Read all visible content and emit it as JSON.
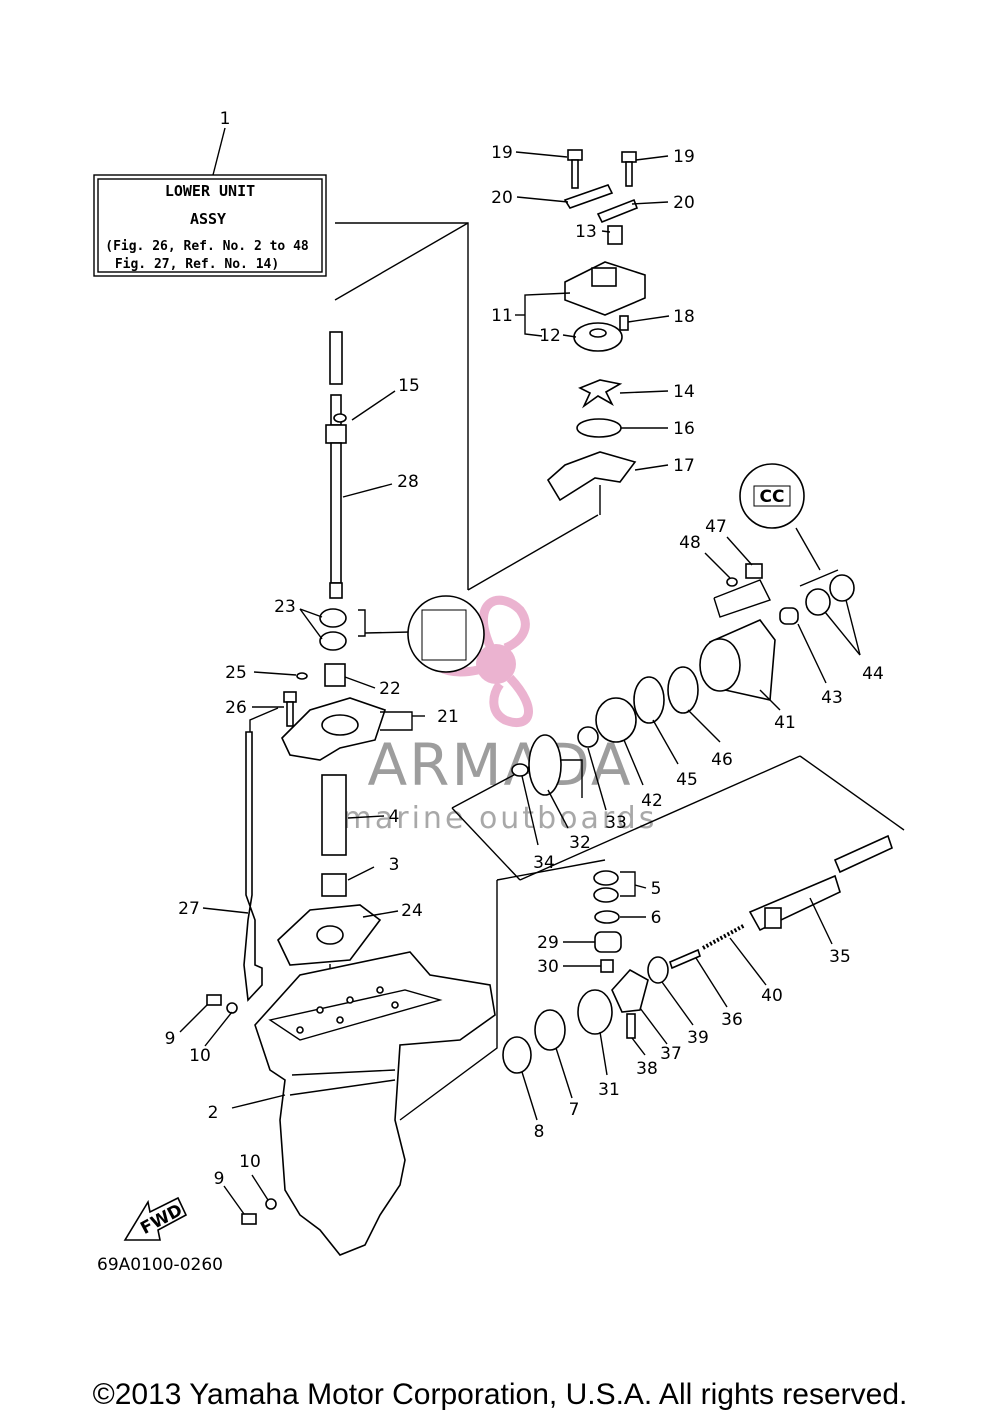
{
  "title_box": {
    "ref": "1",
    "line1": "LOWER UNIT",
    "line2": "ASSY",
    "line3": "(Fig. 26, Ref. No. 2 to 48",
    "line4": "Fig. 27, Ref. No. 14)"
  },
  "watermark": {
    "brand": "ARMADA",
    "tagline": "marine outboards",
    "color": "#e8a6c8"
  },
  "callouts": [
    "1",
    "2",
    "3",
    "4",
    "5",
    "6",
    "7",
    "8",
    "9",
    "9",
    "10",
    "10",
    "11",
    "12",
    "13",
    "14",
    "15",
    "16",
    "17",
    "18",
    "19",
    "19",
    "20",
    "20",
    "21",
    "22",
    "23",
    "24",
    "25",
    "26",
    "27",
    "28",
    "29",
    "30",
    "31",
    "32",
    "33",
    "34",
    "35",
    "36",
    "37",
    "38",
    "39",
    "40",
    "41",
    "42",
    "43",
    "44",
    "45",
    "46",
    "47",
    "48"
  ],
  "fwd_label": "FWD",
  "cc_label": "CC",
  "diagram_code": "69A0100-0260",
  "copyright": "©2013 Yamaha Motor Corporation, U.S.A. All rights reserved."
}
